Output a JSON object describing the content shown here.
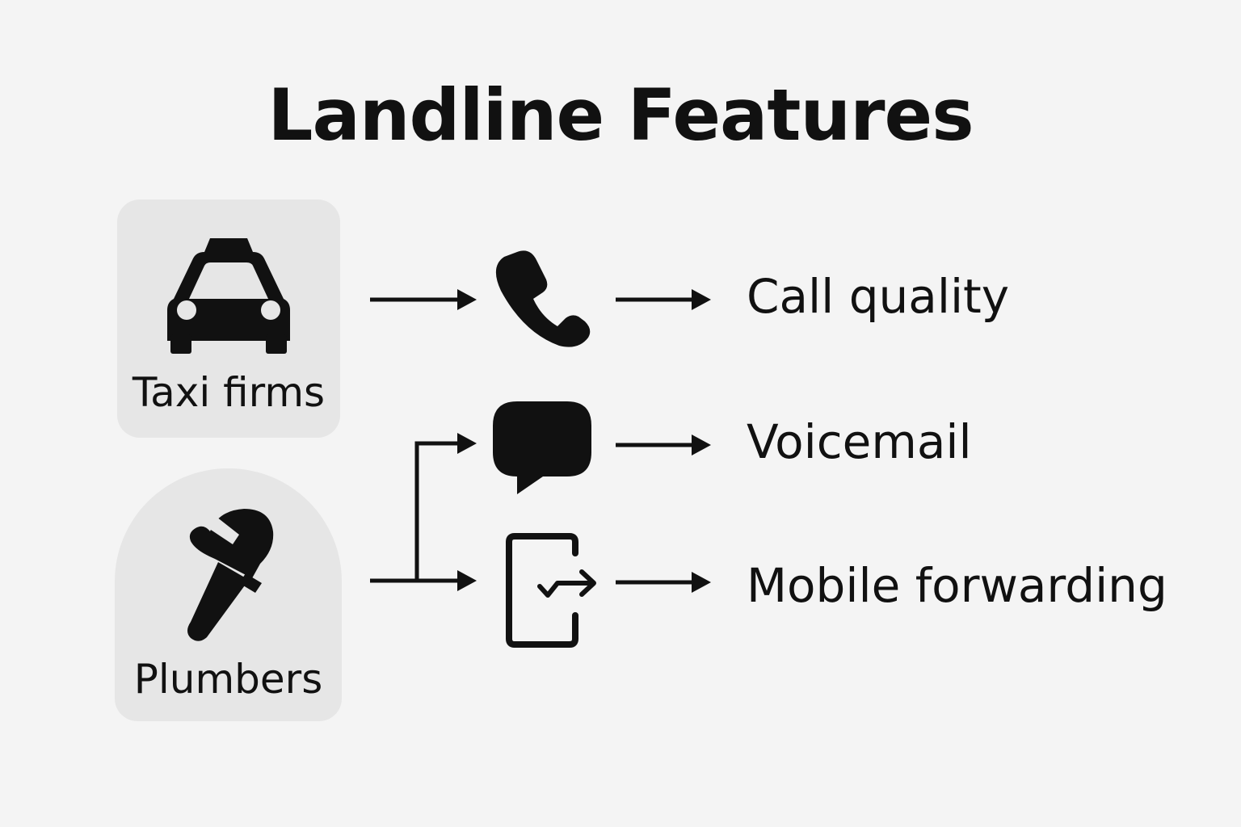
{
  "title": "Landline Features",
  "sources": [
    {
      "label": "Taxi firms",
      "icon": "taxi-icon"
    },
    {
      "label": "Plumbers",
      "icon": "wrench-icon"
    }
  ],
  "features": [
    {
      "label": "Call quality",
      "icon": "phone-icon"
    },
    {
      "label": "Voicemail",
      "icon": "speech-bubble-icon"
    },
    {
      "label": "Mobile forwarding",
      "icon": "mobile-forward-icon"
    }
  ],
  "colors": {
    "background": "#f4f4f4",
    "card": "#e6e6e6",
    "ink": "#111111"
  }
}
